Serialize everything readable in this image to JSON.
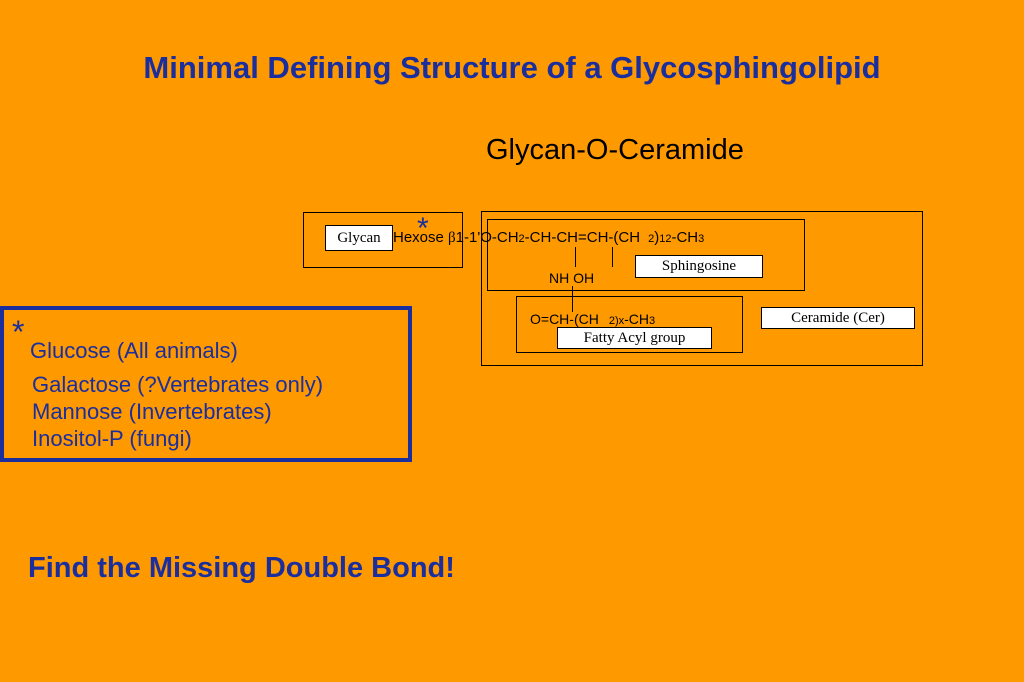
{
  "title": "Minimal Defining Structure of a Glycosphingolipid",
  "subtitle": "Glycan-O-Ceramide",
  "diagram": {
    "star": "*",
    "glycan_label": "Glycan",
    "hexose": "Hexose ",
    "beta": "β",
    "link": "1-1'O-CH",
    "sub2a": "2",
    "chain": "-CH-CH=CH-(CH",
    "sub2b": "2",
    "paren": ")",
    "sub12": "12",
    "dash_ch": "-CH",
    "sub3a": "3",
    "nh_oh": "NH OH",
    "sphingosine_label": "Sphingosine",
    "fatty_prefix": "O=CH-(CH",
    "sub2c": "2",
    "sub_x": ")x",
    "fatty_ch": "-CH",
    "sub3b": "3",
    "fatty_label": "Fatty Acyl group",
    "ceramide_label": "Ceramide (Cer)"
  },
  "hexose_list": {
    "star": "*",
    "items": [
      "Glucose (All animals)",
      "Galactose (?Vertebrates only)",
      "Mannose (Invertebrates)",
      "Inositol-P (fungi)"
    ]
  },
  "footer": "Find the Missing Double Bond!",
  "colors": {
    "background": "#FF9900",
    "accent": "#1A2E9E"
  }
}
